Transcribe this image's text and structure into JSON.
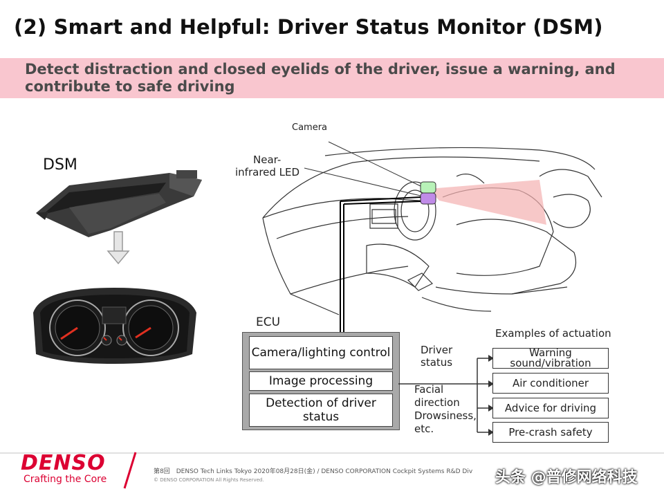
{
  "title": "(2) Smart and Helpful: Driver Status Monitor (DSM)",
  "banner": "Detect distraction and closed eyelids of the driver, issue a warning, and contribute to safe driving",
  "dsm_label": "DSM",
  "car_labels": {
    "camera": "Camera",
    "led_line1": "Near-",
    "led_line2": "infrared LED"
  },
  "ecu": {
    "label": "ECU",
    "items": [
      "Camera/lighting control",
      "Image processing",
      "Detection of driver status"
    ]
  },
  "driver_status": {
    "line1": "Driver",
    "line2": "status"
  },
  "facial_text": {
    "line1": "Facial",
    "line2": "direction",
    "line3": "Drowsiness,",
    "line4": "etc."
  },
  "actuation": {
    "header": "Examples of actuation",
    "items": [
      "Warning sound/vibration",
      "Air conditioner",
      "Advice for driving",
      "Pre-crash safety"
    ]
  },
  "footer": {
    "brand": "DENSO",
    "tagline": "Crafting the Core",
    "line1": "第8回　DENSO Tech Links Tokyo 2020年08月28日(金) / DENSO CORPORATION Cockpit Systems R&D Div",
    "line2": "© DENSO CORPORATION All Rights Reserved.",
    "watermark": "头条 @普修网络科技"
  },
  "colors": {
    "accent": "#dc0032",
    "banner": "#f9c6cf",
    "camera_green": "#b8f2b8",
    "led_purple": "#c08be8",
    "beam": "#f4b0b0"
  }
}
